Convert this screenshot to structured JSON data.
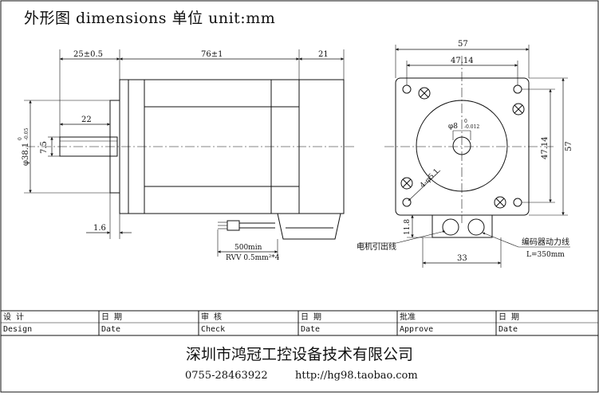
{
  "title": "外形图 dimensions  单位 unit:mm",
  "side_view": {
    "dim_shaft_len": "25±0.5",
    "dim_body_len": "76±1",
    "dim_rear_len": "21",
    "dim_key_len": "22",
    "dim_pilot_dia": "φ38.1",
    "dim_pilot_tol_upper": "0",
    "dim_pilot_tol_lower": "-0.05",
    "dim_flat": "7.5",
    "dim_flange_thk": "1.6",
    "dim_lead_len": "500min",
    "lead_spec": "RVV 0.5mm²*4"
  },
  "front_view": {
    "dim_width": "57",
    "dim_hole_spacing_h": "47.14",
    "dim_height": "57",
    "dim_hole_spacing_v": "47.14",
    "dim_shaft_dia": "φ8",
    "dim_shaft_tol_upper": "0",
    "dim_shaft_tol_lower": "-0.012",
    "dim_holes": "4-φ5.1",
    "dim_conn_height": "11.8",
    "dim_conn_width": "33",
    "label_motor_lead": "电机引出线",
    "label_encoder_lead": "编码器动力线",
    "label_encoder_len": "L=350mm"
  },
  "title_block": {
    "cells": [
      {
        "cn": "设  计",
        "en": "Design"
      },
      {
        "cn": "日  期",
        "en": "Date"
      },
      {
        "cn": "审  核",
        "en": "Check"
      },
      {
        "cn": "日  期",
        "en": "Date"
      },
      {
        "cn": "批准",
        "en": "Approve"
      },
      {
        "cn": "日  期",
        "en": "Date"
      }
    ],
    "company": "深圳市鸿冠工控设备技术有限公司",
    "phone": "0755-28463922",
    "website": "http://hg98.taobao.com"
  }
}
